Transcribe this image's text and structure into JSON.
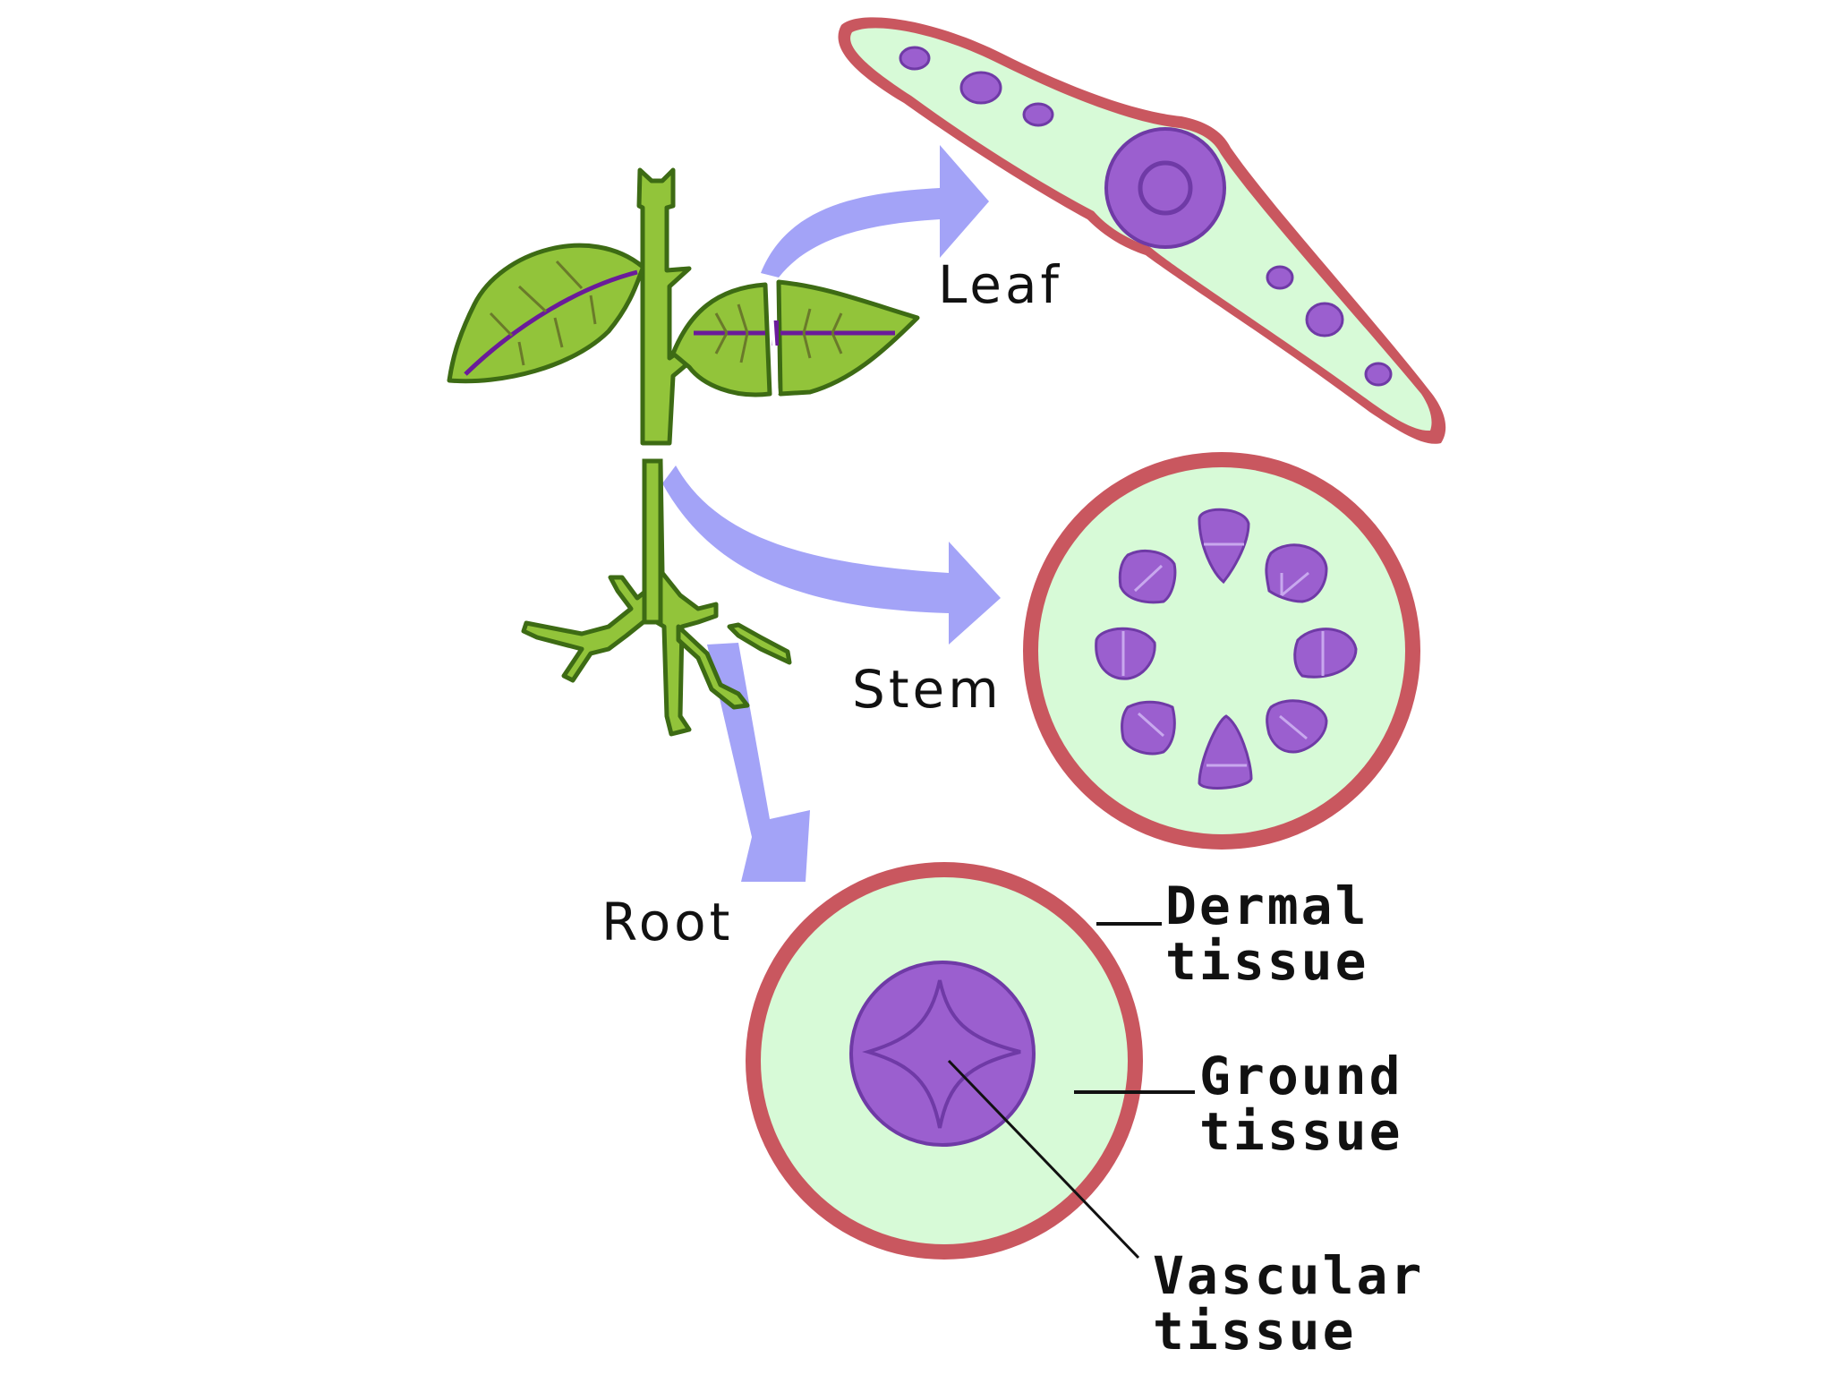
{
  "labels": {
    "leaf": "Leaf",
    "stem": "Stem",
    "root": "Root",
    "dermal_line1": "Dermal",
    "dermal_line2": "tissue",
    "ground_line1": "Ground",
    "ground_line2": "tissue",
    "vascular_line1": "Vascular",
    "vascular_line2": "tissue"
  },
  "colors": {
    "plant_green": "#92c43a",
    "plant_outline": "#3d6b14",
    "leaf_vein": "#6a1b9a",
    "dermal": "#c9575f",
    "ground": "#d7fad7",
    "vascular": "#9b5fcf",
    "vascular_outline": "#6f3aa6",
    "arrow": "#a3a3f7",
    "label": "#111111"
  }
}
